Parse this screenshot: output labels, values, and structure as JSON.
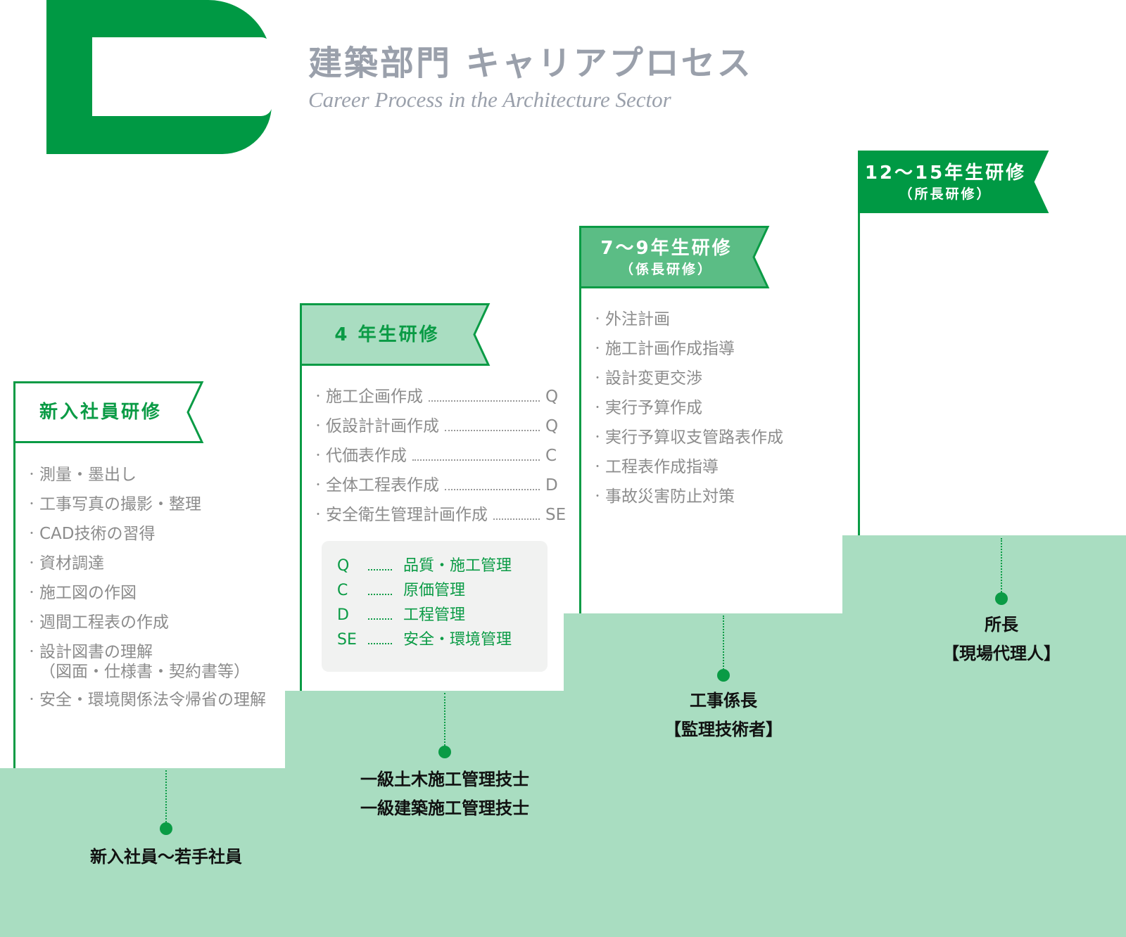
{
  "header": {
    "logo_letter": "D",
    "title": "建築部門 キャリアプロセス",
    "subtitle": "Career Process in the Architecture Sector"
  },
  "colors": {
    "dark_green": "#009944",
    "mid_green": "#5bbd85",
    "light_green": "#a9ddc1",
    "text_gray": "#8c8c8c"
  },
  "stages": [
    {
      "banner": [
        "新入社員研修"
      ],
      "items": [
        "測量・墨出し",
        "工事写真の撮影・整理",
        "CAD技術の習得",
        "資材調達",
        "施工図の作図",
        "週間工程表の作成",
        "設計図書の理解",
        "安全・環境関係法令帰省の理解"
      ],
      "item_note": "（図面・仕様書・契約書等）",
      "position": [
        "新入社員〜若手社員"
      ]
    },
    {
      "banner": [
        "4 年生研修"
      ],
      "items": [
        {
          "text": "施工企画作成",
          "code": "Q"
        },
        {
          "text": "仮設計計画作成",
          "code": "Q"
        },
        {
          "text": "代価表作成",
          "code": "C"
        },
        {
          "text": "全体工程表作成",
          "code": "D"
        },
        {
          "text": "安全衛生管理計画作成",
          "code": "SE"
        }
      ],
      "position": [
        "一級土木施工管理技士",
        "一級建築施工管理技士"
      ]
    },
    {
      "banner": [
        "7〜9年生研修",
        "（係長研修）"
      ],
      "items": [
        "外注計画",
        "施工計画作成指導",
        "設計変更交渉",
        "実行予算作成",
        "実行予算収支管路表作成",
        "工程表作成指導",
        "事故災害防止対策"
      ],
      "position": [
        "工事係長",
        "【監理技術者】"
      ]
    },
    {
      "banner": [
        "12〜15年生研修",
        "（所長研修）"
      ],
      "items": [],
      "position": [
        "所長",
        "【現場代理人】"
      ]
    }
  ],
  "legend": [
    {
      "code": "Q",
      "meaning": "品質・施工管理"
    },
    {
      "code": "C",
      "meaning": "原価管理"
    },
    {
      "code": "D",
      "meaning": "工程管理"
    },
    {
      "code": "SE",
      "meaning": "安全・環境管理"
    }
  ]
}
